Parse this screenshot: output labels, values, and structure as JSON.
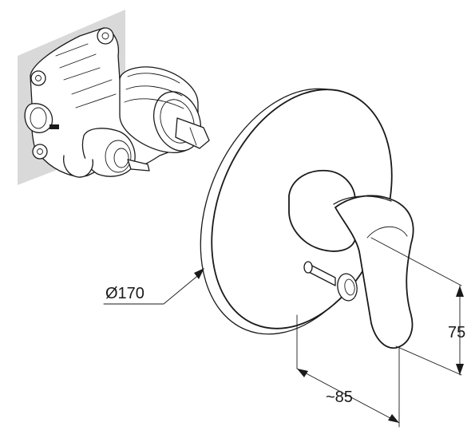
{
  "dimensions": {
    "diameter_label": "Ø170",
    "height_label": "75",
    "depth_label": "~85"
  }
}
